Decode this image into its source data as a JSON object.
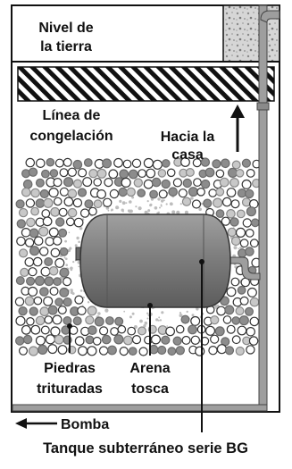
{
  "labels": {
    "ground_level": [
      "Nivel de",
      "la tierra"
    ],
    "frost_line": [
      "Línea de",
      "congelación"
    ],
    "to_house": [
      "Hacia la",
      "casa"
    ],
    "crushed_stone": [
      "Piedras",
      "trituradas"
    ],
    "coarse_sand": [
      "Arena",
      "tosca"
    ],
    "pump": "Bomba",
    "tank": "Tanque subterráneo serie BG"
  },
  "colors": {
    "line": "#111111",
    "tank_body": "#7a7a7a",
    "tank_highlight": "#9a9a9a",
    "pipe": "#9e9e9e",
    "gravel_dark": "#8c8c8c",
    "gravel_light": "#c8c8c8",
    "sand_dot": "#bdbdbd",
    "wall": "#d8d8d8"
  },
  "icons": {
    "up_arrow": "arrow-up-icon",
    "left_arrow": "arrow-left-icon"
  }
}
